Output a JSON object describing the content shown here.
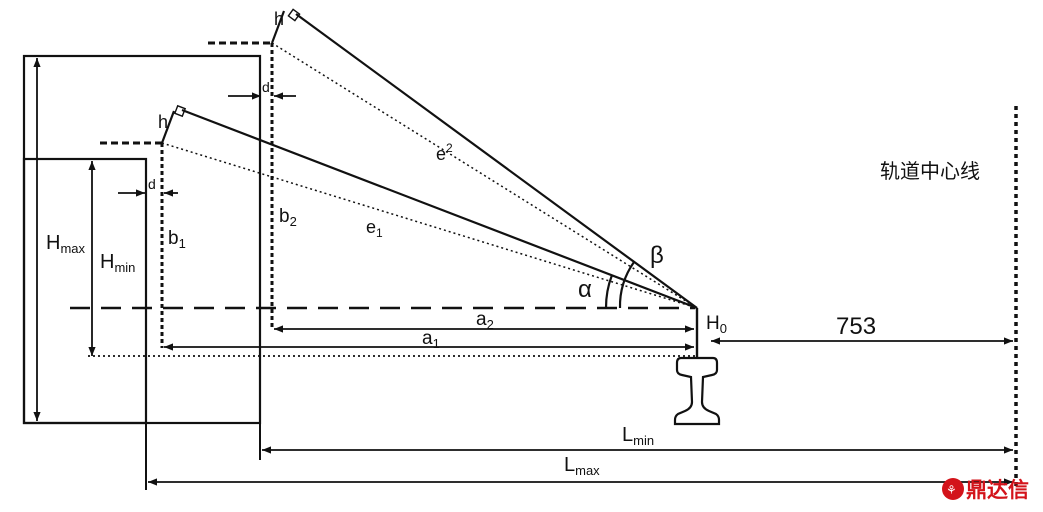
{
  "labels": {
    "h_top": "h",
    "h_mid": "h",
    "d_top": "d",
    "d_mid": "d",
    "e2_main": "e",
    "e2_sub": "2",
    "e1_main": "e",
    "e1_sub": "1",
    "b2_main": "b",
    "b2_sub": "2",
    "b1_main": "b",
    "b1_sub": "1",
    "hmax_main": "H",
    "hmax_sub": "max",
    "hmin_main": "H",
    "hmin_sub": "min",
    "beta": "β",
    "alpha": "α",
    "a2_main": "a",
    "a2_sub": "2",
    "a1_main": "a",
    "a1_sub": "1",
    "h0_main": "H",
    "h0_sub": "0",
    "dim_753": "753",
    "lmin_main": "L",
    "lmin_sub": "min",
    "lmax_main": "L",
    "lmax_sub": "max",
    "track_centerline": "轨道中心线"
  },
  "watermark": {
    "text": "鼎达信",
    "color": "#d3131a"
  },
  "colors": {
    "line": "#111111",
    "background": "#ffffff"
  }
}
